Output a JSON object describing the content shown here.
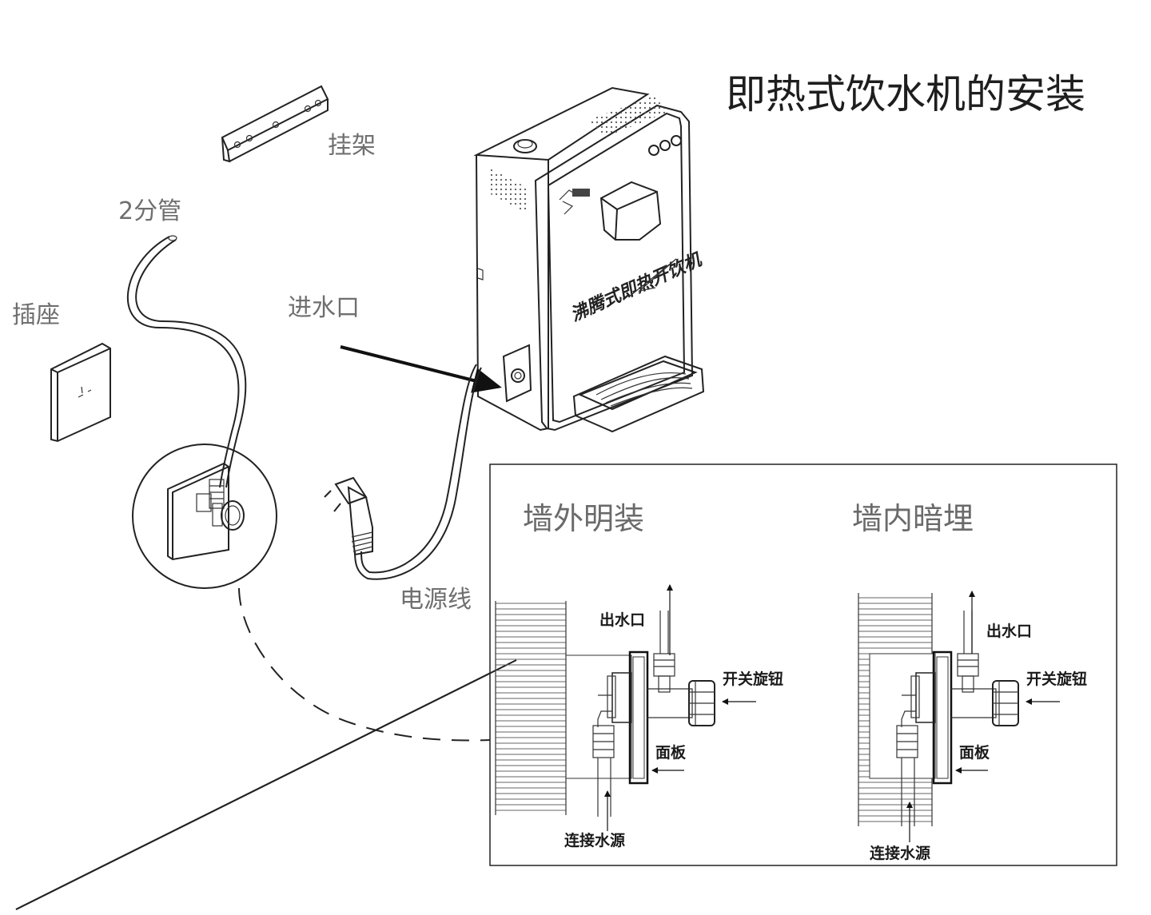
{
  "title": "即热式饮水机的安装",
  "labels": {
    "bracket": "挂架",
    "pipe": "2分管",
    "socket": "插座",
    "inlet": "进水口",
    "power_cord": "电源线"
  },
  "machine": {
    "brand_text": "沸腾式即热开饮机"
  },
  "detail": {
    "left": {
      "title": "墙外明装",
      "outlet": "出水口",
      "knob": "开关旋钮",
      "panel": "面板",
      "source": "连接水源"
    },
    "right": {
      "title": "墙内暗埋",
      "outlet": "出水口",
      "knob": "开关旋钮",
      "panel": "面板",
      "source": "连接水源"
    }
  }
}
